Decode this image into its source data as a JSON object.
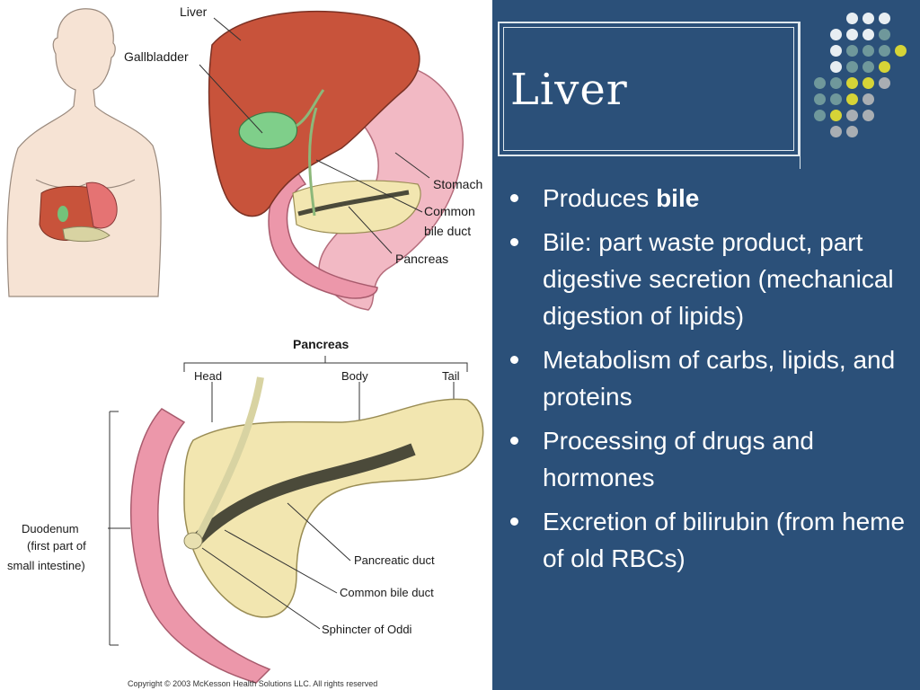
{
  "slide": {
    "title": "Liver",
    "bullets": [
      {
        "text": "Produces ",
        "bold": "bile"
      },
      {
        "text": "Bile: part waste product, part digestive secretion (mechanical digestion of lipids)",
        "bold": ""
      },
      {
        "text": "Metabolism of carbs, lipids, and proteins",
        "bold": ""
      },
      {
        "text": "Processing of drugs and hormones",
        "bold": ""
      },
      {
        "text": "Excretion of bilirubin (from heme of old RBCs)",
        "bold": ""
      }
    ]
  },
  "figure": {
    "labels": {
      "liver": "Liver",
      "gallbladder": "Gallbladder",
      "stomach": "Stomach",
      "common_bile_duct_1": "Common",
      "common_bile_duct_2": "bile duct",
      "pancreas": "Pancreas",
      "pancreas_title": "Pancreas",
      "head": "Head",
      "body": "Body",
      "tail": "Tail",
      "duodenum": "Duodenum",
      "duodenum_sub1": "(first part of",
      "duodenum_sub2": "small intestine)",
      "pancreatic_duct": "Pancreatic duct",
      "common_bile_duct": "Common bile duct",
      "sphincter": "Sphincter of Oddi"
    },
    "copyright": "Copyright © 2003 McKesson Health Solutions LLC. All rights reserved"
  },
  "colors": {
    "background": "#2b5079",
    "dot_white": "#e8eef2",
    "dot_teal": "#6f989b",
    "dot_yellow": "#d6d437",
    "dot_gray": "#a9aeb3"
  }
}
